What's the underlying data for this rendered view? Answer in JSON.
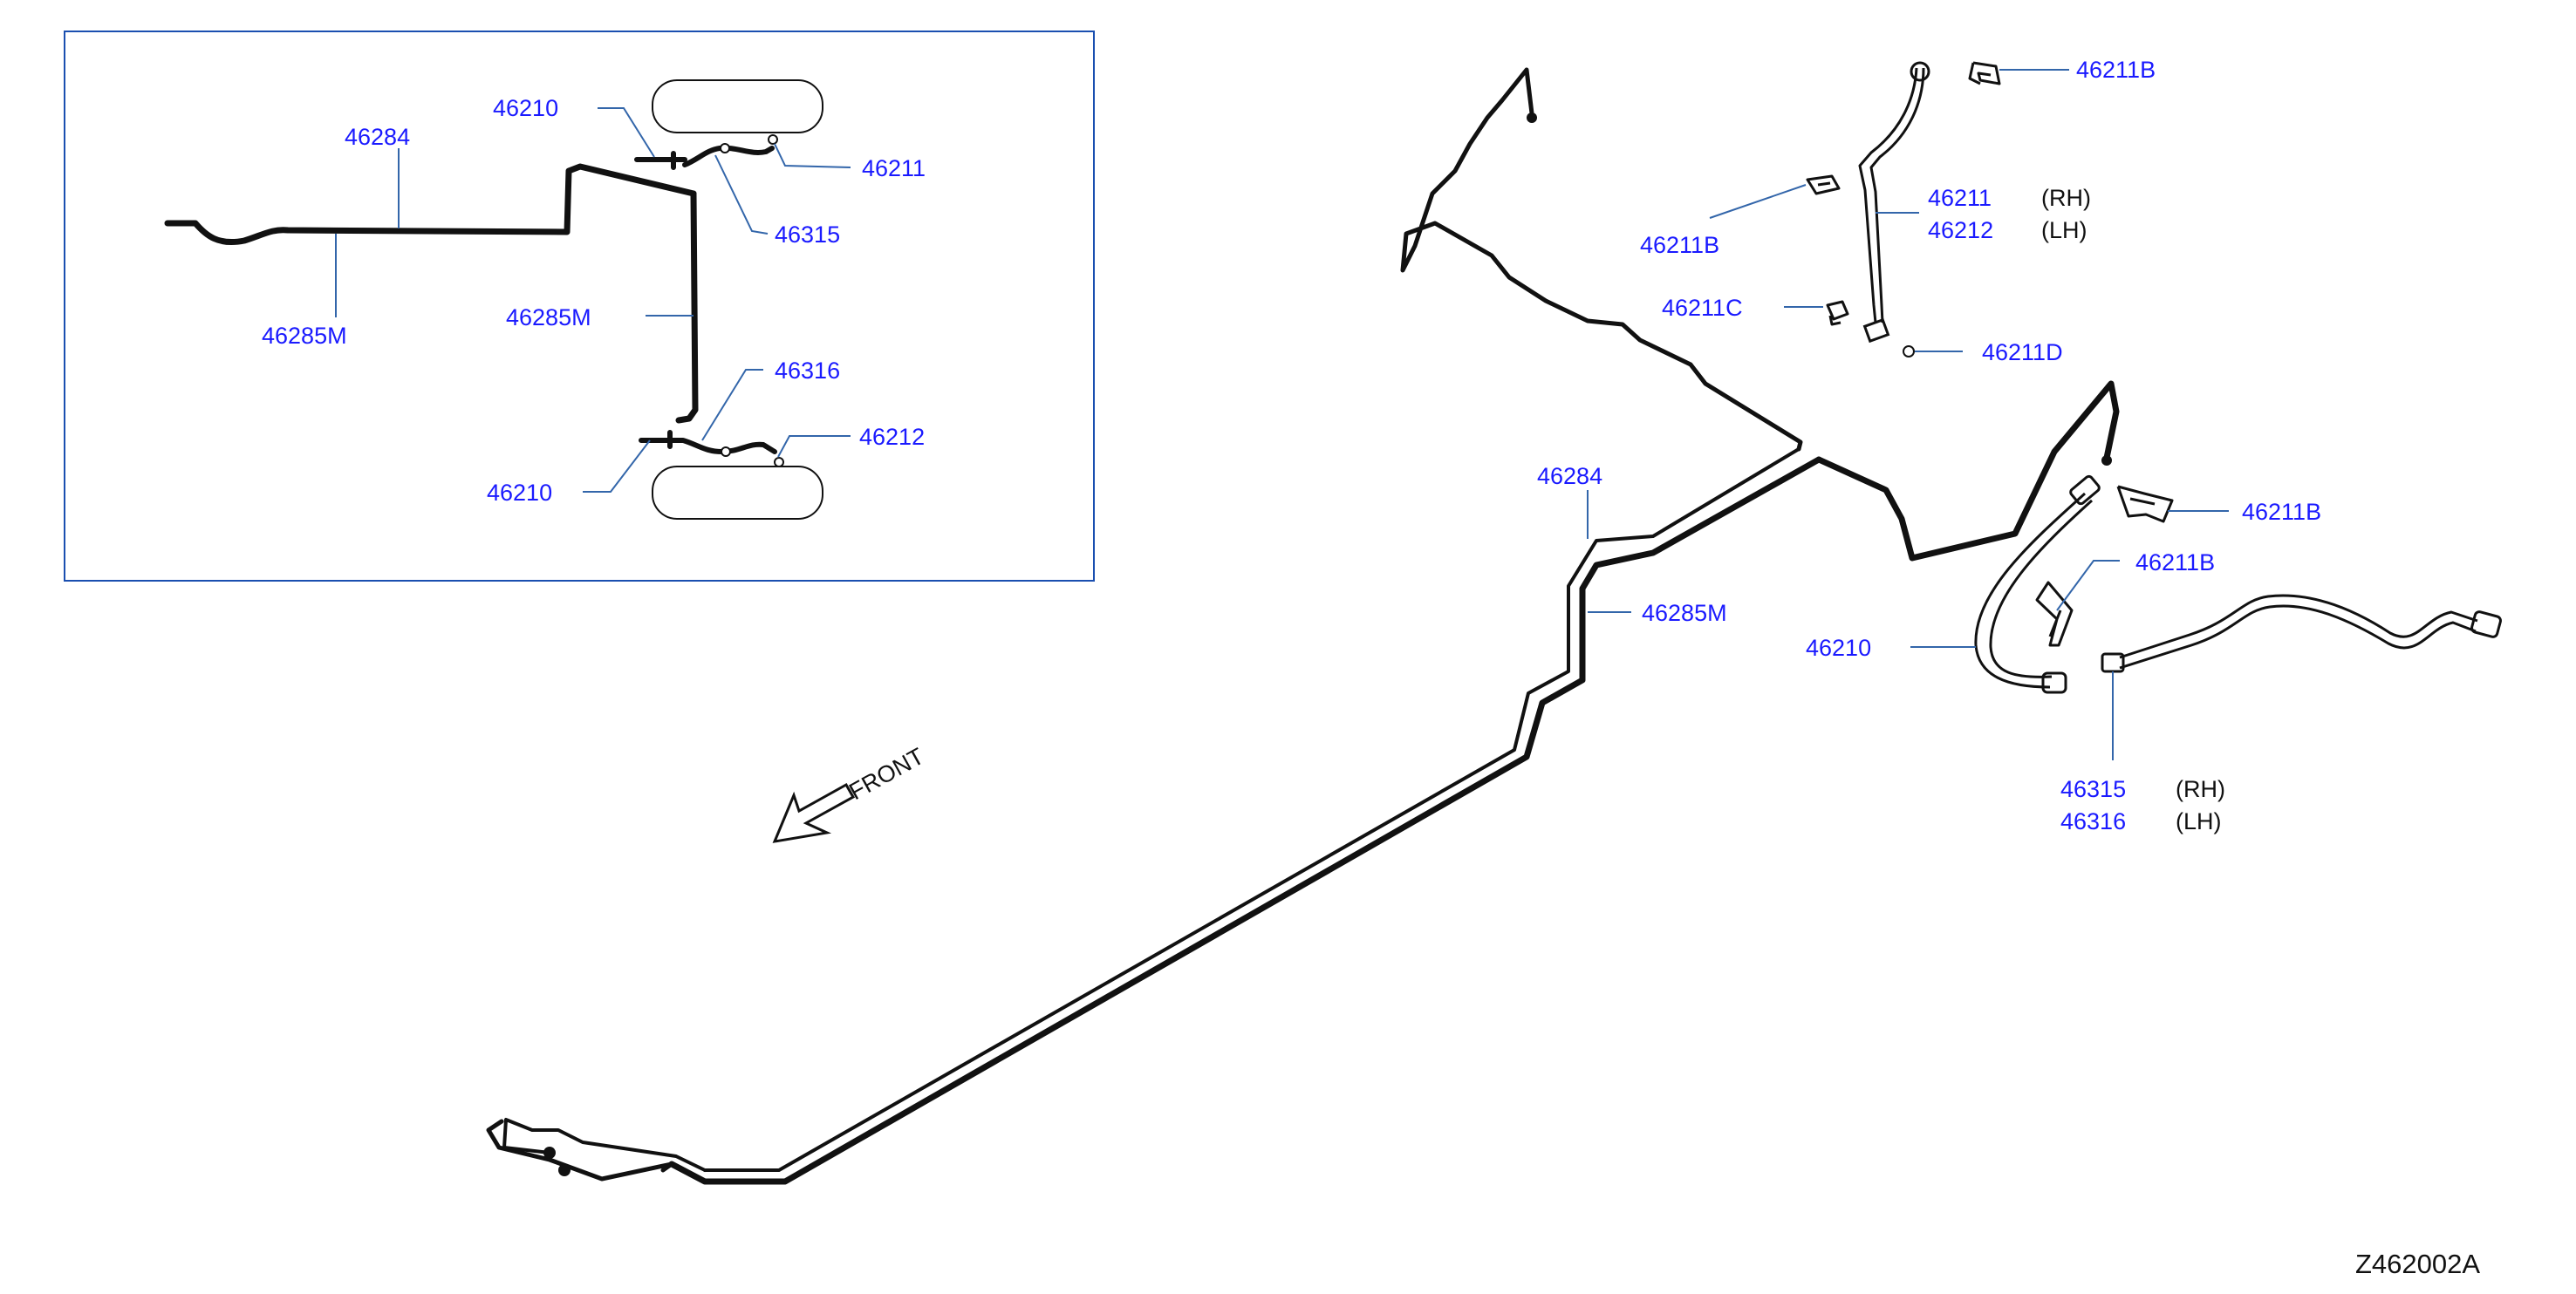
{
  "inset": {
    "labels": {
      "l46210_top": "46210",
      "l46284": "46284",
      "l46211": "46211",
      "l46315": "46315",
      "l46285m_left": "46285M",
      "l46285m_mid": "46285M",
      "l46316": "46316",
      "l46212": "46212",
      "l46210_bot": "46210"
    },
    "frame_color": "#1a4fb0"
  },
  "main": {
    "labels": {
      "l46211b_a": "46211B",
      "l46211_rh": "46211",
      "l46212_lh": "46212",
      "rh_1": "(RH)",
      "lh_1": "(LH)",
      "l46211b_b": "46211B",
      "l46211c": "46211C",
      "l46211d": "46211D",
      "l46284": "46284",
      "l46211b_c": "46211B",
      "l46211b_d": "46211B",
      "l46285m": "46285M",
      "l46210": "46210",
      "l46315": "46315",
      "l46316": "46316",
      "rh_2": "(RH)",
      "lh_2": "(LH)",
      "front": "FRONT"
    },
    "diagram_code": "Z462002A"
  },
  "colors": {
    "label_blue": "#1a1aff",
    "line": "#111111",
    "leader": "#3366aa"
  }
}
